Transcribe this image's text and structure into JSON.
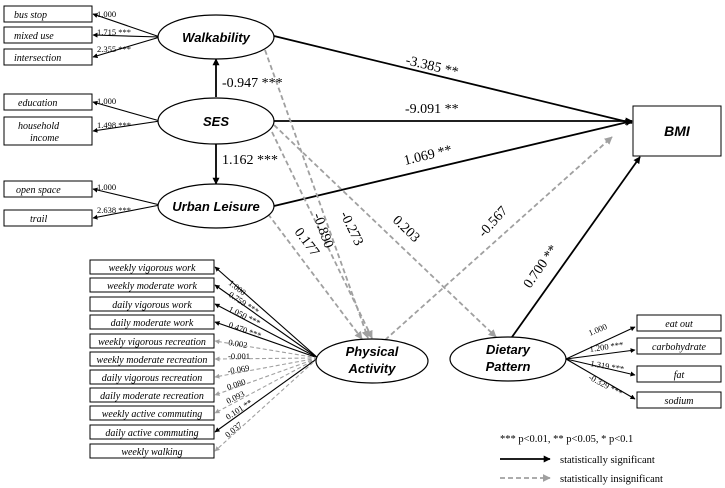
{
  "nodes": {
    "walkability": "Walkability",
    "ses": "SES",
    "urban_leisure": "Urban Leisure",
    "physical_activity_1": "Physical",
    "physical_activity_2": "Activity",
    "dietary_pattern_1": "Dietary",
    "dietary_pattern_2": "Pattern",
    "bmi": "BMI"
  },
  "indicators": {
    "bus_stop": "bus stop",
    "mixed_use": "mixed use",
    "intersection": "intersection",
    "education": "education",
    "household_1": "household",
    "household_2": "income",
    "open_space": "open space",
    "trail": "trail",
    "pa": [
      "weekly vigorous work",
      "weekly moderate work",
      "daily vigorous work",
      "daily moderate work",
      "weekly vigorous recreation",
      "weekly moderate recreation",
      "daily vigorous recreation",
      "daily moderate recreation",
      "weekly active commuting",
      "daily active commuting",
      "weekly walking"
    ],
    "diet": [
      "eat out",
      "carbohydrate",
      "fat",
      "sodium"
    ]
  },
  "loadings": {
    "bus_stop": "1.000",
    "mixed_use": "1.715 ***",
    "intersection": "2.355 ***",
    "education": "1.000",
    "household_income": "1.498 ***",
    "open_space": "1.000",
    "trail": "2.638 ***",
    "pa": [
      "1.000",
      "0.759 ***",
      "1.050 ***",
      "0.470 ***",
      "0.002",
      "-0.001",
      "-0.069",
      "0.080",
      "0.093",
      "0.101 **",
      "0.037"
    ],
    "diet": [
      "1.000",
      "1.200 ***",
      "1.319 ***",
      "-0.329 ***"
    ]
  },
  "paths": {
    "ses_walk": "-0.947 ***",
    "ses_leisure": "1.162 ***",
    "walk_bmi": "-3.385 **",
    "ses_bmi": "-9.091 **",
    "leisure_bmi": "1.069 **",
    "walk_pa": "-0.890",
    "ses_pa": "-0.273",
    "leisure_pa": "0.177",
    "ses_diet": "0.203",
    "pa_bmi": "-0.567",
    "diet_bmi": "0.700 **"
  },
  "legend": {
    "significance": "*** p<0.01, ** p<0.05, * p<0.1",
    "significant": "statistically significant",
    "insignificant": "statistically insignificant"
  }
}
